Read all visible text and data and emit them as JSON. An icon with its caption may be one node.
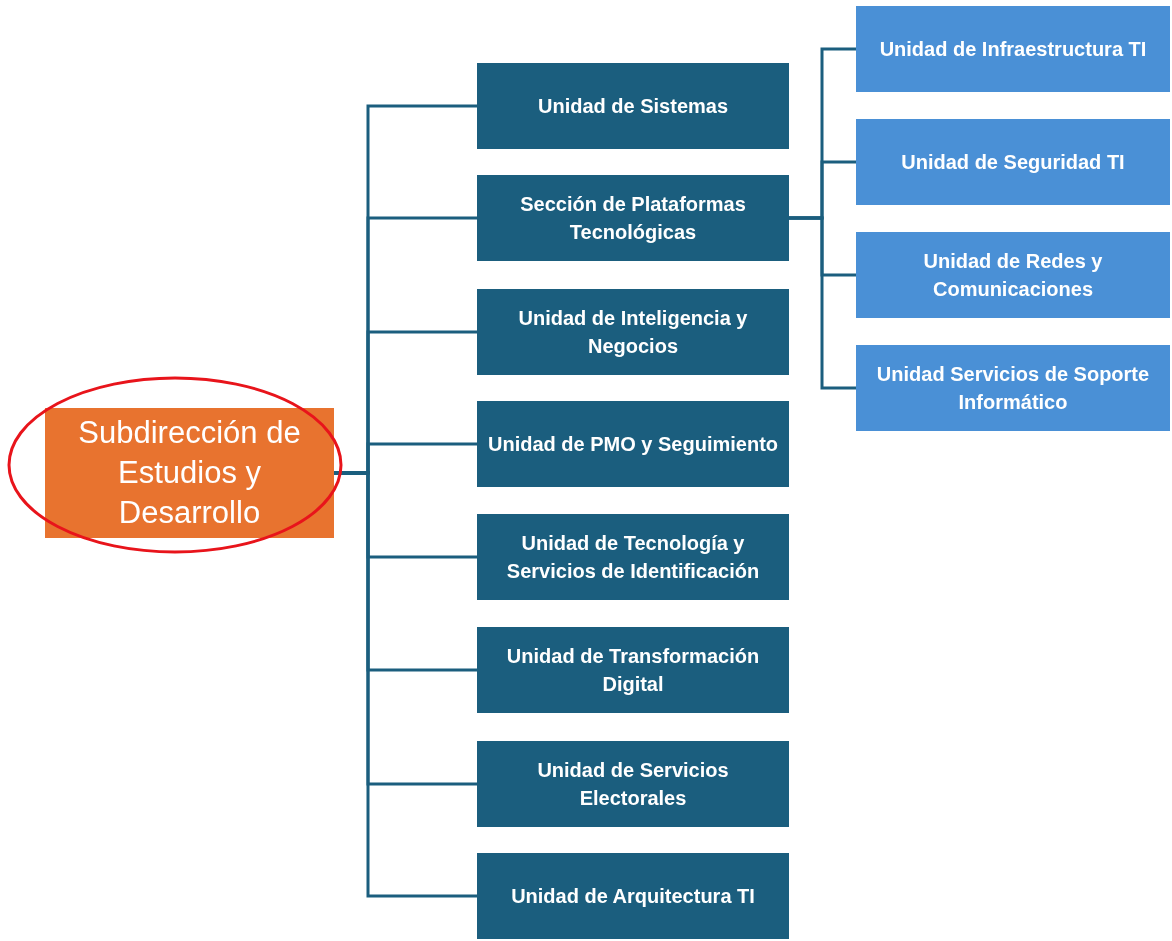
{
  "diagram": {
    "nodes": [
      {
        "text": [
          "Subdirección de Estudios y Desarrollo"
        ]
      },
      {
        "text": [
          "Unidad de Sistemas"
        ]
      },
      {
        "text": [
          "Sección de Plataformas Tecnológicas"
        ]
      },
      {
        "text": [
          "Unidad de Inteligencia y Negocios"
        ]
      },
      {
        "text": [
          "Unidad de PMO y Seguimiento"
        ]
      },
      {
        "text": [
          "Unidad de Tecnología y Servicios de Identificación"
        ]
      },
      {
        "text": [
          "Unidad de Transformación Digital"
        ]
      },
      {
        "text": [
          "Unidad de Servicios Electorales"
        ]
      },
      {
        "text": [
          "Unidad de Arquitectura TI"
        ]
      },
      {
        "text": [
          "Unidad de Infraestructura TI"
        ]
      },
      {
        "text": [
          "Unidad de Seguridad TI"
        ]
      },
      {
        "text": [
          "Unidad de Redes y Comunicaciones"
        ]
      },
      {
        "text": [
          "Unidad Servicios de Soporte Informático"
        ]
      }
    ],
    "edges": [
      {
        "from": 0,
        "to": 1,
        "arrow": "none"
      },
      {
        "from": 0,
        "to": 2,
        "arrow": "none"
      },
      {
        "from": 0,
        "to": 3,
        "arrow": "none"
      },
      {
        "from": 0,
        "to": 4,
        "arrow": "none"
      },
      {
        "from": 0,
        "to": 5,
        "arrow": "none"
      },
      {
        "from": 0,
        "to": 6,
        "arrow": "none"
      },
      {
        "from": 0,
        "to": 7,
        "arrow": "none"
      },
      {
        "from": 0,
        "to": 8,
        "arrow": "none"
      },
      {
        "from": 2,
        "to": 9,
        "arrow": "none"
      },
      {
        "from": 2,
        "to": 10,
        "arrow": "none"
      },
      {
        "from": 2,
        "to": 11,
        "arrow": "none"
      },
      {
        "from": 2,
        "to": 12,
        "arrow": "none"
      }
    ]
  }
}
